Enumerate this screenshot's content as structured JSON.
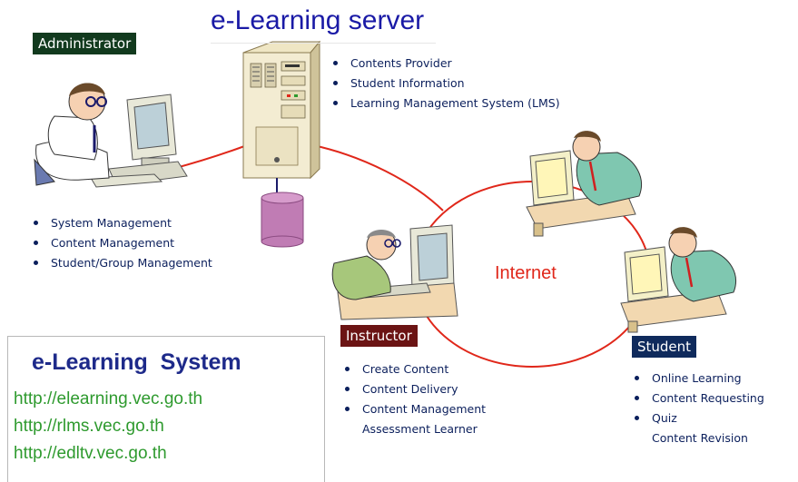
{
  "title": "e-Learning server",
  "server_bullets": [
    "Contents Provider",
    "Student Information",
    "Learning Management System (LMS)"
  ],
  "administrator": {
    "label": "Administrator",
    "bullets": [
      "System Management",
      "Content Management",
      "Student/Group Management"
    ]
  },
  "instructor": {
    "label": "Instructor",
    "bullets": [
      "Create Content",
      "Content Delivery",
      "Content Management",
      "Assessment Learner"
    ]
  },
  "student": {
    "label": "Student",
    "bullets": [
      "Online Learning",
      "Content Requesting",
      "Quiz",
      "Content Revision"
    ]
  },
  "network_label": "Internet",
  "system_panel": {
    "title": "e-Learning  System",
    "links": [
      "http://elearning.vec.go.th",
      "http://rlms.vec.go.th",
      "http://edltv.vec.go.th"
    ]
  },
  "colors": {
    "title": "#1a1aa6",
    "admin_label_bg": "#123a1e",
    "instructor_label_bg": "#6b1414",
    "student_label_bg": "#0f2a5c",
    "network_line": "#e0271a",
    "link_text": "#2e9a2e",
    "database": "#c07cb4"
  },
  "icons": [
    "server-tower-icon",
    "database-icon",
    "administrator-computer-icon",
    "instructor-computer-icon",
    "student-computer-icon"
  ]
}
